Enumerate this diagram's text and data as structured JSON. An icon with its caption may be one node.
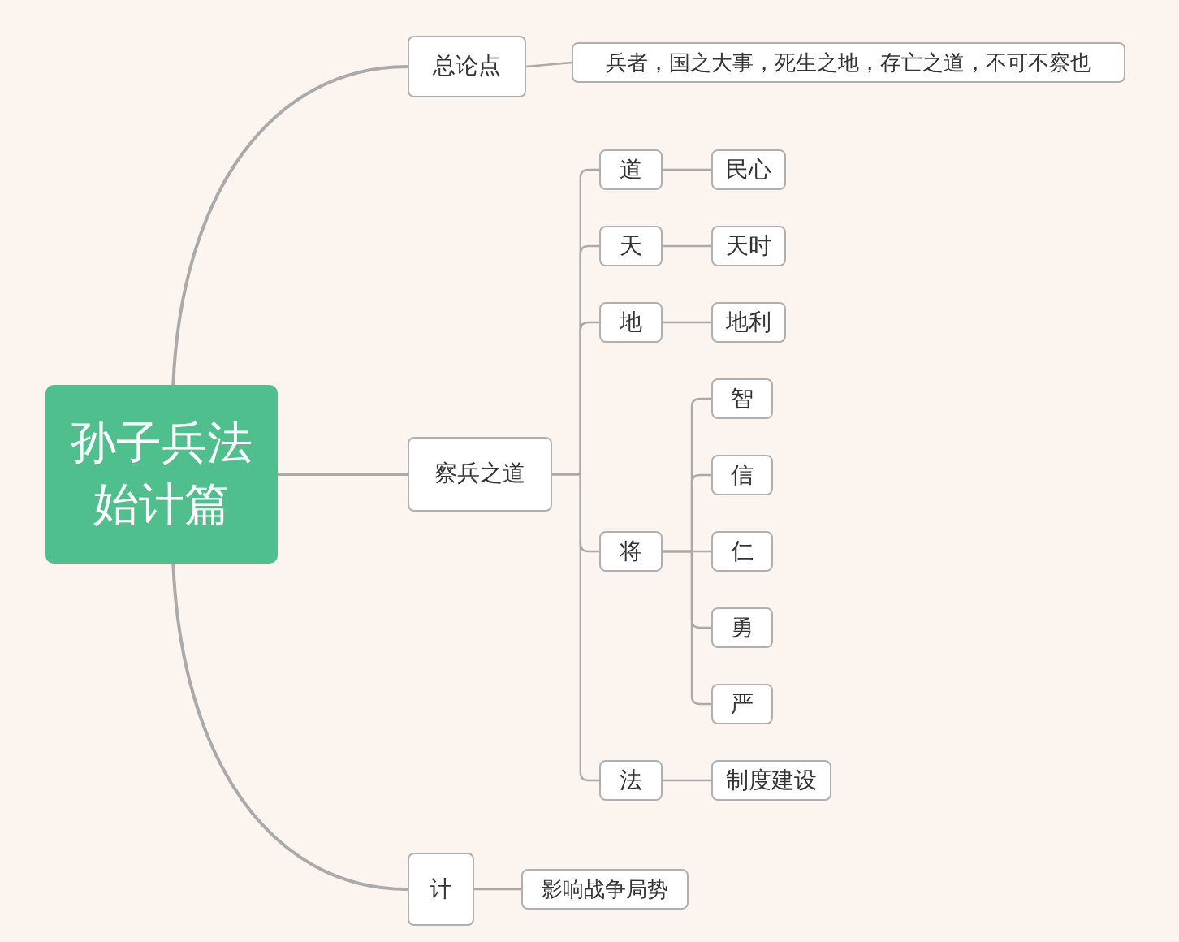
{
  "diagram": {
    "nodes": [
      {
        "text": [
          "孙子兵法始计篇"
        ]
      },
      {
        "text": [
          "总论点"
        ]
      },
      {
        "text": [
          "兵者，国之大事，死生之地，存亡之道，不可不察也"
        ]
      },
      {
        "text": [
          "察兵之道"
        ]
      },
      {
        "text": [
          "道"
        ]
      },
      {
        "text": [
          "民心"
        ]
      },
      {
        "text": [
          "天"
        ]
      },
      {
        "text": [
          "天时"
        ]
      },
      {
        "text": [
          "地"
        ]
      },
      {
        "text": [
          "地利"
        ]
      },
      {
        "text": [
          "将"
        ]
      },
      {
        "text": [
          "智"
        ]
      },
      {
        "text": [
          "信"
        ]
      },
      {
        "text": [
          "仁"
        ]
      },
      {
        "text": [
          "勇"
        ]
      },
      {
        "text": [
          "严"
        ]
      },
      {
        "text": [
          "法"
        ]
      },
      {
        "text": [
          "制度建设"
        ]
      },
      {
        "text": [
          "计"
        ]
      },
      {
        "text": [
          "影响战争局势"
        ]
      }
    ],
    "edges": [
      {
        "from": 0,
        "to": 1,
        "arrow": "none"
      },
      {
        "from": 1,
        "to": 2,
        "arrow": "none"
      },
      {
        "from": 0,
        "to": 3,
        "arrow": "none"
      },
      {
        "from": 3,
        "to": 4,
        "arrow": "none"
      },
      {
        "from": 4,
        "to": 5,
        "arrow": "none"
      },
      {
        "from": 3,
        "to": 6,
        "arrow": "none"
      },
      {
        "from": 6,
        "to": 7,
        "arrow": "none"
      },
      {
        "from": 3,
        "to": 8,
        "arrow": "none"
      },
      {
        "from": 8,
        "to": 9,
        "arrow": "none"
      },
      {
        "from": 3,
        "to": 10,
        "arrow": "none"
      },
      {
        "from": 10,
        "to": 11,
        "arrow": "none"
      },
      {
        "from": 10,
        "to": 12,
        "arrow": "none"
      },
      {
        "from": 10,
        "to": 13,
        "arrow": "none"
      },
      {
        "from": 10,
        "to": 14,
        "arrow": "none"
      },
      {
        "from": 10,
        "to": 15,
        "arrow": "none"
      },
      {
        "from": 3,
        "to": 16,
        "arrow": "none"
      },
      {
        "from": 16,
        "to": 17,
        "arrow": "none"
      },
      {
        "from": 0,
        "to": 18,
        "arrow": "none"
      },
      {
        "from": 18,
        "to": 19,
        "arrow": "none"
      }
    ]
  }
}
